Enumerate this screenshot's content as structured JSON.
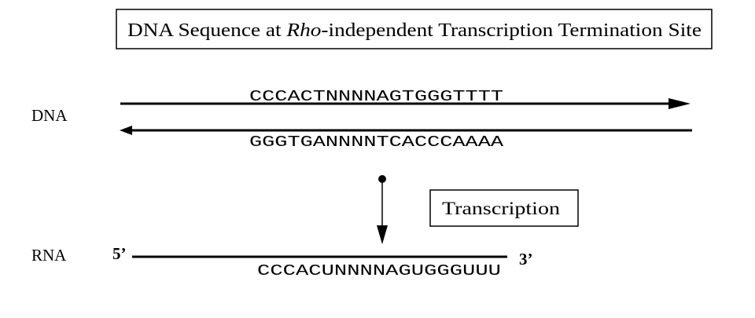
{
  "title": {
    "prefix": "DNA Sequence at ",
    "italic": "Rho",
    "suffix": "-independent Transcription Termination Site"
  },
  "dna": {
    "label": "DNA",
    "top_strand": "CCCACTNNNNAGTGGGTTTT",
    "bottom_strand": "GGGTGANNNNTCACCCAAAA"
  },
  "process": {
    "label": "Transcription"
  },
  "rna": {
    "label": "RNA",
    "five_prime": "5’",
    "three_prime": "3’",
    "sequence": "CCCACUNNNNAGUGGGUUU"
  },
  "colors": {
    "ink": "#000000",
    "background": "#ffffff"
  }
}
